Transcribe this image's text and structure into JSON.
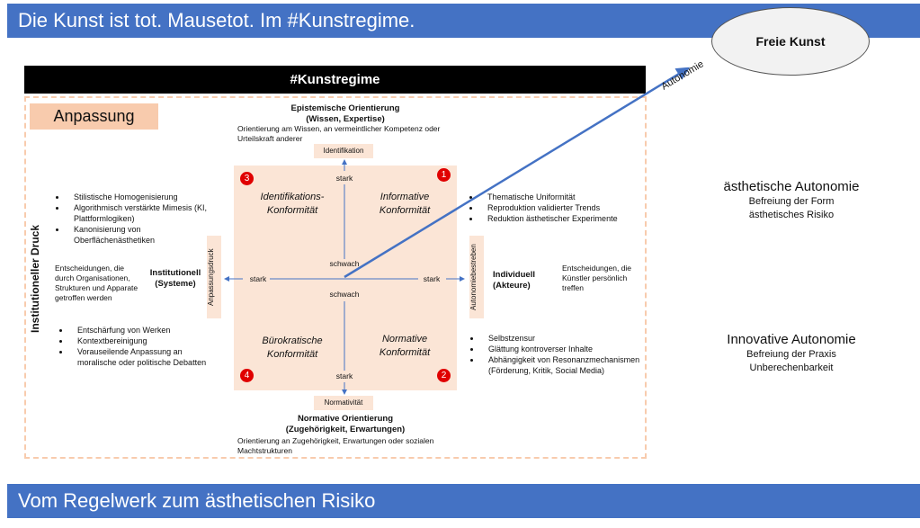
{
  "header": {
    "title": "Die Kunst ist tot. Mausetot. Im #Kunstregime."
  },
  "footer": {
    "title": "Vom Regelwerk zum ästhetischen Risiko"
  },
  "regime_bar": {
    "title": "#Kunstregime"
  },
  "anpassung_label": "Anpassung",
  "freie_kunst": {
    "label": "Freie Kunst",
    "arrow_label": "Autonomie"
  },
  "top_axis": {
    "title": "Epistemische Orientierung",
    "subtitle": "(Wissen, Expertise)",
    "description": "Orientierung am Wissen, an vermeintlicher Kompetenz oder Urteilskraft anderer",
    "tag": "Identifikation"
  },
  "bottom_axis": {
    "title": "Normative Orientierung",
    "subtitle": "(Zugehörigkeit, Erwartungen)",
    "description": "Orientierung an Zugehörigkeit, Erwartungen oder sozialen Machtstrukturen",
    "tag": "Normativität"
  },
  "left_axis": {
    "vertical_title": "Institutioneller Druck",
    "label": "Institutionell",
    "sublabel": "(Systeme)",
    "description": "Entscheidungen, die durch Organisationen, Strukturen und Apparate getroffen werden",
    "tag": "Anpassungsdruck",
    "bullets_top": [
      "Stilistische Homogenisierung",
      "Algorithmisch verstärkte Mimesis (KI, Plattformlogiken)",
      "Kanonisierung von Oberflächenästhetiken"
    ],
    "bullets_bottom": [
      "Entschärfung von Werken",
      "Kontextbereinigung",
      "Vorauseilende Anpassung an moralische oder politische Debatten"
    ]
  },
  "right_axis": {
    "label": "Individuell",
    "sublabel": "(Akteure)",
    "description": "Entscheidungen, die Künstler persönlich treffen",
    "tag": "Autonomiebestreben",
    "bullets_top": [
      "Thematische Uniformität",
      "Reproduktion validierter Trends",
      "Reduktion ästhetischer Experimente"
    ],
    "bullets_bottom": [
      "Selbstzensur",
      "Glättung kontroverser Inhalte",
      "Abhängigkeit von Resonanzmechanismen (Förderung, Kritik, Social Media)"
    ]
  },
  "axis_labels": {
    "strong": "stark",
    "weak": "schwach"
  },
  "quadrants": [
    {
      "number": "1",
      "line1": "Informative",
      "line2": "Konformität"
    },
    {
      "number": "2",
      "line1": "Normative",
      "line2": "Konformität"
    },
    {
      "number": "3",
      "line1": "Identifikations-",
      "line2": "Konformität"
    },
    {
      "number": "4",
      "line1": "Bürokratische",
      "line2": "Konformität"
    }
  ],
  "right_panel": [
    {
      "title": "ästhetische Autonomie",
      "line1": "Befreiung der Form",
      "line2": "ästhetisches Risiko"
    },
    {
      "title": "Innovative Autonomie",
      "line1": "Befreiung der Praxis",
      "line2": "Unberechenbarkeit"
    }
  ],
  "colors": {
    "banner": "#4472c4",
    "peach": "#f8cbad",
    "light_peach": "#fbe5d6",
    "badge": "#e00000",
    "arrow": "#4472c4"
  }
}
